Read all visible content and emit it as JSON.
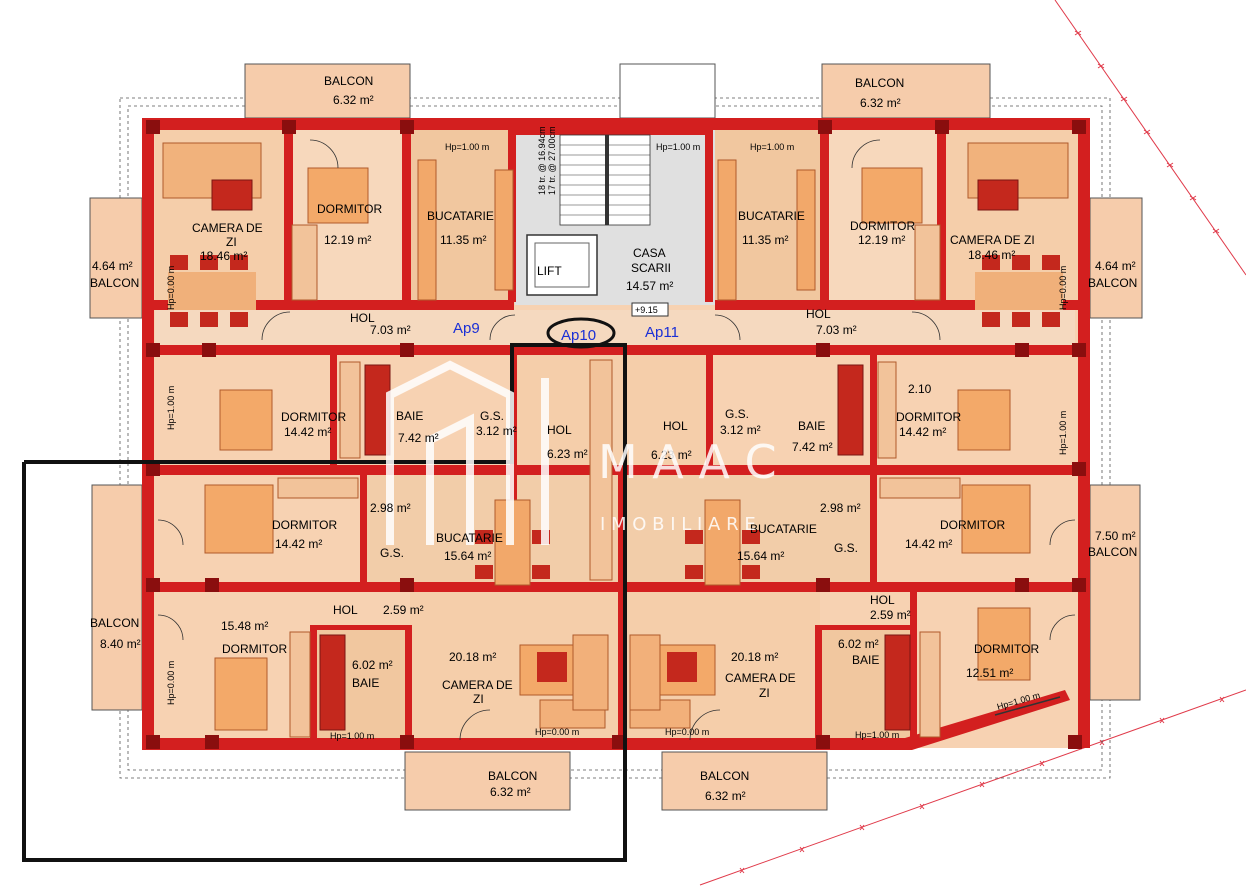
{
  "plan": {
    "apartments": {
      "ap9": "Ap9",
      "ap10": "Ap10",
      "ap11": "Ap11"
    },
    "watermark": {
      "brand": "M A A C",
      "sub": "I M O B I L I A R E"
    },
    "stair": {
      "name1": "CASA",
      "name2": "SCARII",
      "area": "14.57 m²",
      "level": "+9.15",
      "lift": "LIFT",
      "hp": "Hp=1.00 m",
      "note1": "18 tr. @ 16.94cm",
      "note2": "17 tr. @ 27.00cm"
    },
    "balconies": {
      "top_left": {
        "name": "BALCON",
        "area": "6.32 m²"
      },
      "top_right": {
        "name": "BALCON",
        "area": "6.32 m²"
      },
      "left_upper": {
        "name": "BALCON",
        "area": "4.64 m²"
      },
      "right_upper": {
        "name": "BALCON",
        "area": "4.64 m²"
      },
      "left_lower": {
        "name": "BALCON",
        "area": "8.40 m²"
      },
      "right_lower": {
        "name": "BALCON",
        "area": "7.50 m²"
      },
      "bottom_left": {
        "name": "BALCON",
        "area": "6.32 m²"
      },
      "bottom_right": {
        "name": "BALCON",
        "area": "6.32 m²"
      }
    },
    "ap9": {
      "living1": "CAMERA DE",
      "living2": "ZI",
      "living_area": "18.46 m²",
      "bedroom": "DORMITOR",
      "bedroom_area": "12.19 m²",
      "kitchen": "BUCATARIE",
      "kitchen_area": "11.35 m²",
      "kitchen_hp": "Hp=1.00 m",
      "hall": "HOL",
      "hall_area": "7.03 m²",
      "bedroom2": "DORMITOR",
      "bedroom2_area": "14.42 m²",
      "bath": "BAIE",
      "bath_area": "7.42 m²",
      "wc": "G.S.",
      "wc_area": "3.12 m²",
      "hp_side": "Hp=0.00 m",
      "hp_side2": "Hp=1.00 m"
    },
    "ap10": {
      "hall": "HOL",
      "hall_area": "6.23 m²",
      "kitchen": "BUCATARIE",
      "kitchen_area": "15.64 m²",
      "wc": "G.S.",
      "wc_area": "2.98 m²",
      "bedroom": "DORMITOR",
      "bedroom_area": "14.42 m²",
      "hall2": "HOL",
      "hall2_area": "2.59 m²",
      "bedroom2": "DORMITOR",
      "bedroom2_area": "15.48 m²",
      "bath": "BAIE",
      "bath_area": "6.02 m²",
      "living1": "CAMERA DE",
      "living2": "ZI",
      "living_area": "20.18 m²",
      "hp_bath": "Hp=1.00 m",
      "hp_living": "Hp=0.00 m",
      "hp_side": "Hp=0.00 m"
    },
    "ap11": {
      "living1": "CAMERA DE ZI",
      "living_area": "18.46 m²",
      "bedroom": "DORMITOR",
      "bedroom_area": "12.19 m²",
      "kitchen": "BUCATARIE",
      "kitchen_area": "11.35 m²",
      "kitchen_hp": "Hp=1.00 m",
      "hall": "HOL",
      "hall_area": "7.03 m²",
      "bedroom2": "DORMITOR",
      "bedroom2_area": "14.42 m²",
      "bedroom2_dim": "2.10",
      "bath": "BAIE",
      "bath_area": "7.42 m²",
      "wc": "G.S.",
      "wc_area": "3.12 m²",
      "hall2": "HOL",
      "hall2_area": "6.23 m²",
      "hp_side": "Hp=0.00 m",
      "hp_side2": "Hp=1.00 m"
    },
    "ap12": {
      "kitchen": "BUCATARIE",
      "kitchen_area": "15.64 m²",
      "wc": "G.S.",
      "wc_area": "2.98 m²",
      "bedroom": "DORMITOR",
      "bedroom_area": "14.42 m²",
      "hall": "HOL",
      "hall_area": "2.59 m²",
      "bedroom2": "DORMITOR",
      "bedroom2_area": "12.51 m²",
      "bath": "BAIE",
      "bath_area": "6.02 m²",
      "living1": "CAMERA DE",
      "living2": "ZI",
      "living_area": "20.18 m²",
      "hp_living": "Hp=0.00 m",
      "hp_bath": "Hp=1.00 m",
      "hp_corner": "Hp=1.00 m"
    }
  }
}
